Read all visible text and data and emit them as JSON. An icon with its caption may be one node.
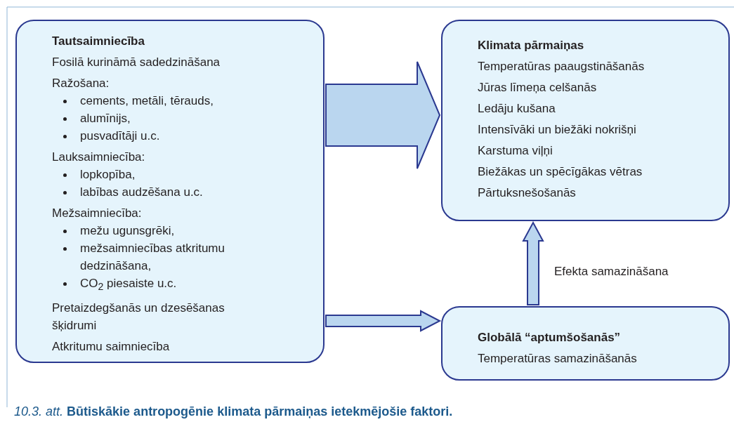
{
  "diagram": {
    "caption": "*10.3. att.* **Būtiskākie antropogēnie klimata pārmaiņas ietekmējošie faktori.**",
    "nodes": [
      {
        "text": [
          "Tautsaimniecība",
          "Fosilā kurināmā sadedzināšana",
          "Ražošana:",
          "cements, metāli, tērauds,",
          "alumīnijs,",
          "pusvadītāji u.c.",
          "Lauksaimniecība:",
          "lopkopība,",
          "labības audzēšana u.c.",
          "Mežsaimniecība:",
          "mežu ugunsgrēki,",
          "mežsaimniecības atkritumu dedzināšana,",
          "CO$_{2}$ piesaiste u.c.",
          "Pretaizdegšanās un dzesēšanas šķidrumi",
          "Atkritumu saimniecība"
        ]
      },
      {
        "text": [
          "Klimata pārmaiņas",
          "Temperatūras paaugstināšanās",
          "Jūras līmeņa celšanās",
          "Ledāju kušana",
          "Intensīvāki un biežāki nokrišņi",
          "Karstuma viļņi",
          "Biežākas un spēcīgākas vētras",
          "Pārtuksnešošanās"
        ]
      },
      {
        "text": [
          "Globālā “aptumšošanās”",
          "Temperatūras samazināšanās"
        ]
      }
    ],
    "edges": [
      {
        "from": 0,
        "to": 1,
        "arrow": "to"
      },
      {
        "from": 0,
        "to": 2,
        "arrow": "to"
      },
      {
        "from": 2,
        "to": 1,
        "arrow": "to",
        "label": "Efekta samazināšana"
      }
    ]
  }
}
